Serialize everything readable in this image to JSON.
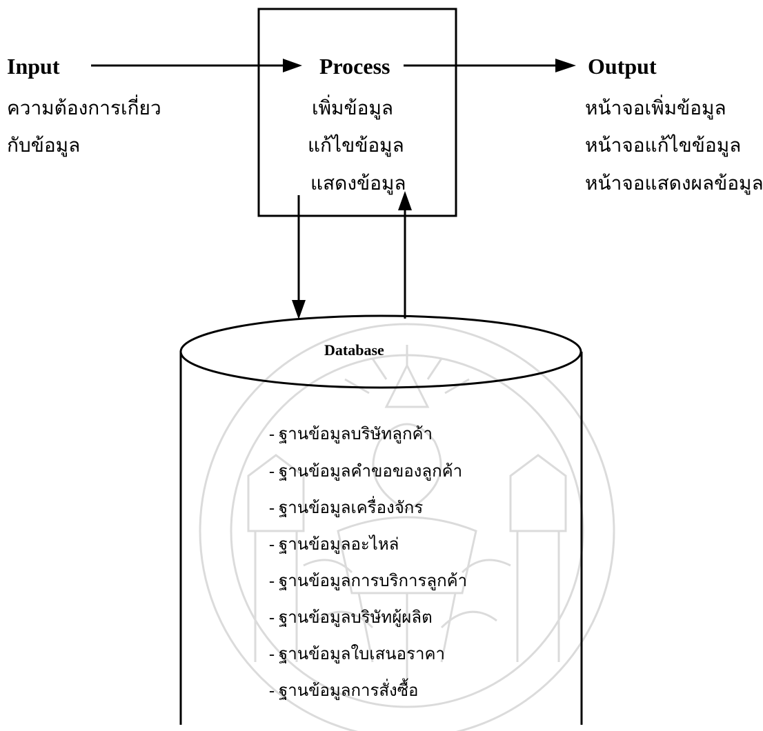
{
  "input": {
    "title": "Input",
    "lines": [
      "ความต้องการเกี่ยว",
      "กับข้อมูล"
    ]
  },
  "process": {
    "title": "Process",
    "lines": [
      "เพิ่มข้อมูล",
      "แก้ไขข้อมูล",
      "แสดงข้อมูล"
    ]
  },
  "output": {
    "title": "Output",
    "lines": [
      "หน้าจอเพิ่มข้อมูล",
      "หน้าจอแก้ไขข้อมูล",
      "หน้าจอแสดงผลข้อมูล"
    ]
  },
  "database": {
    "title": "Database",
    "items": [
      "- ฐานข้อมูลบริษัทลูกค้า",
      "- ฐานข้อมูลคำขอของลูกค้า",
      "- ฐานข้อมูลเครื่องจักร",
      "- ฐานข้อมูลอะไหล่",
      "- ฐานข้อมูลการบริการลูกค้า",
      "- ฐานข้อมูลบริษัทผู้ผลิต",
      "- ฐานข้อมูลใบเสนอราคา",
      "- ฐานข้อมูลการสั่งซื้อ"
    ]
  },
  "watermark": {
    "color": "#9a9a9a"
  }
}
